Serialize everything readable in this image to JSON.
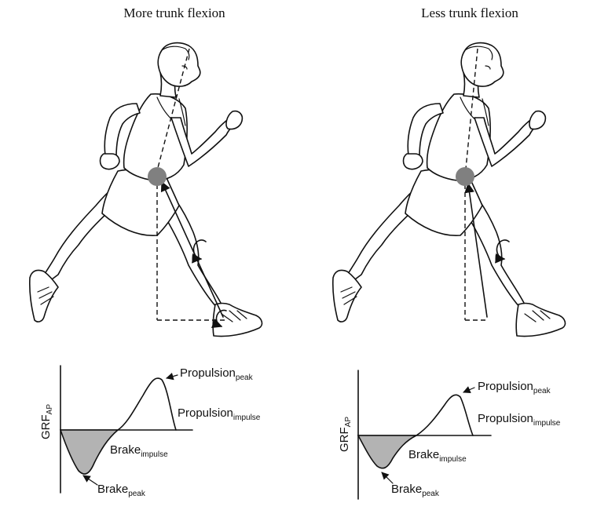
{
  "panels": [
    {
      "title": "More trunk flexion",
      "graph": {
        "axis_label": "GRF",
        "axis_label_sub": "AP",
        "propulsion_peak": {
          "main": "Propulsion",
          "sub": "peak"
        },
        "propulsion_impulse": {
          "main": "Propulsion",
          "sub": "impulse"
        },
        "brake_impulse": {
          "main": "Brake",
          "sub": "impulse"
        },
        "brake_peak": {
          "main": "Brake",
          "sub": "peak"
        }
      }
    },
    {
      "title": "Less trunk flexion",
      "graph": {
        "axis_label": "GRF",
        "axis_label_sub": "AP",
        "propulsion_peak": {
          "main": "Propulsion",
          "sub": "peak"
        },
        "propulsion_impulse": {
          "main": "Propulsion",
          "sub": "impulse"
        },
        "brake_impulse": {
          "main": "Brake",
          "sub": "impulse"
        },
        "brake_peak": {
          "main": "Brake",
          "sub": "peak"
        }
      }
    }
  ],
  "colors": {
    "ink": "#111111",
    "center_of_mass": "#808080",
    "brake_fill": "#b3b3b3"
  }
}
